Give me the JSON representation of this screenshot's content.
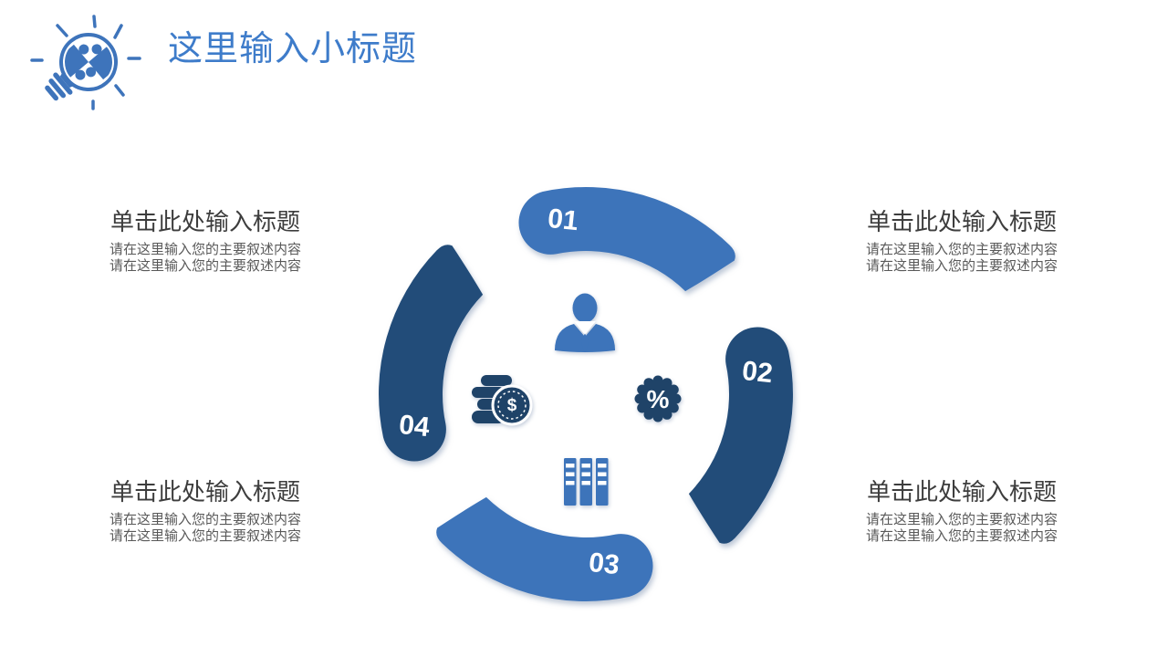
{
  "slide": {
    "header": {
      "title": "这里输入小标题",
      "logo": "lightbulb-puzzle-logo"
    },
    "text_blocks": [
      {
        "position": "top-left",
        "heading": "单击此处输入标题",
        "lines": [
          "请在这里输入您的主要叙述内容",
          "请在这里输入您的主要叙述内容"
        ]
      },
      {
        "position": "top-right",
        "heading": "单击此处输入标题",
        "lines": [
          "请在这里输入您的主要叙述内容",
          "请在这里输入您的主要叙述内容"
        ]
      },
      {
        "position": "bottom-left",
        "heading": "单击此处输入标题",
        "lines": [
          "请在这里输入您的主要叙述内容",
          "请在这里输入您的主要叙述内容"
        ]
      },
      {
        "position": "bottom-right",
        "heading": "单击此处输入标题",
        "lines": [
          "请在这里输入您的主要叙述内容",
          "请在这里输入您的主要叙述内容"
        ]
      }
    ],
    "diagram": {
      "type": "circular-cycle-4-segments",
      "segments": [
        {
          "number": "01",
          "color": "#3D74BA"
        },
        {
          "number": "02",
          "color": "#224C79"
        },
        {
          "number": "03",
          "color": "#3D74BA"
        },
        {
          "number": "04",
          "color": "#224C79"
        }
      ],
      "center_icons": [
        {
          "name": "businessman-icon",
          "color": "#3D74BA"
        },
        {
          "name": "coins-dollar-icon",
          "color": "#1F4368",
          "symbol": "$"
        },
        {
          "name": "percent-badge-icon",
          "color": "#1F4368",
          "symbol": "%"
        },
        {
          "name": "books-icon",
          "color": "#3D74BA"
        }
      ]
    },
    "colors": {
      "title_blue": "#3E7CCA",
      "logo_blue": "#3E74BB",
      "light_arc": "#3D74BA",
      "dark_arc": "#224C79",
      "icon_dark": "#1F4368",
      "heading_text": "#3D3D3D",
      "body_text": "#595959",
      "number_text": "#FFFFFF"
    }
  }
}
